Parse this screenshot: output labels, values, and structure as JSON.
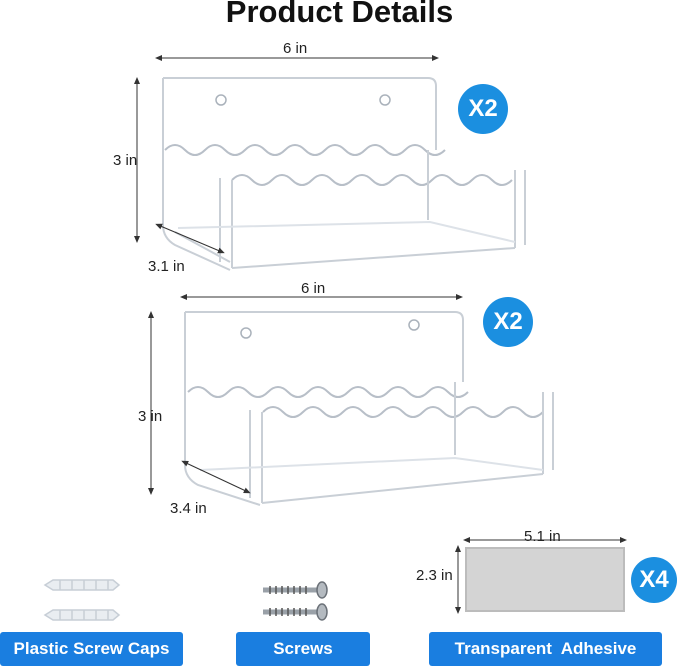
{
  "title": "Product Details",
  "shelf_top": {
    "width": "6 in",
    "height": "3 in",
    "depth": "3.1 in",
    "quantity": "X2"
  },
  "shelf_bottom": {
    "width": "6 in",
    "height": "3 in",
    "depth": "3.4 in",
    "quantity": "X2"
  },
  "adhesive": {
    "width": "5.1 in",
    "height": "2.3 in",
    "quantity": "X4"
  },
  "accessories": {
    "screw_caps_label": "Plastic Screw Caps",
    "screws_label": "Screws",
    "adhesive_label": "Transparent  Adhesive"
  },
  "colors": {
    "accent": "#1a7ee0",
    "badge": "#1b8fe0"
  }
}
